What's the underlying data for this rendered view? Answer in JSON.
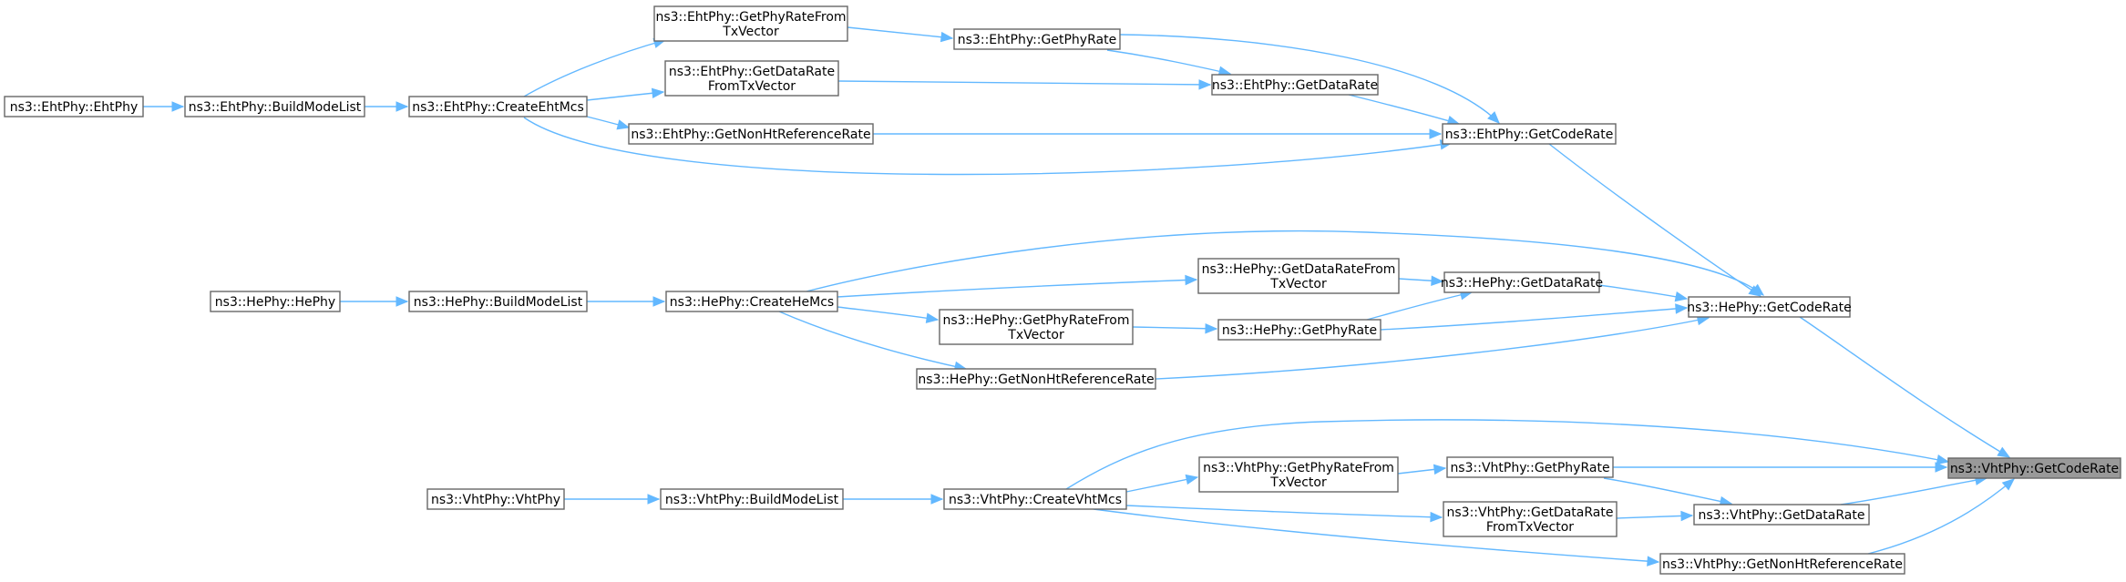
{
  "colors": {
    "edge": "#63b8ff",
    "node_border": "#666666",
    "node_fill": "#ffffff",
    "highlight_fill": "#999999"
  },
  "nodes": {
    "n_vht_codeRate": {
      "lines": [
        "ns3::VhtPhy::GetCodeRate"
      ]
    },
    "n_he_codeRate": {
      "lines": [
        "ns3::HePhy::GetCodeRate"
      ]
    },
    "n_eht_codeRate": {
      "lines": [
        "ns3::EhtPhy::GetCodeRate"
      ]
    },
    "n_eht_phyRate": {
      "lines": [
        "ns3::EhtPhy::GetPhyRate"
      ]
    },
    "n_eht_dataRate": {
      "lines": [
        "ns3::EhtPhy::GetDataRate"
      ]
    },
    "n_eht_phyRateFromTx": {
      "lines": [
        "ns3::EhtPhy::GetPhyRateFrom",
        "TxVector"
      ]
    },
    "n_eht_dataRateFromTx": {
      "lines": [
        "ns3::EhtPhy::GetDataRate",
        "FromTxVector"
      ]
    },
    "n_eht_nonHt": {
      "lines": [
        "ns3::EhtPhy::GetNonHtReferenceRate"
      ]
    },
    "n_eht_createMcs": {
      "lines": [
        "ns3::EhtPhy::CreateEhtMcs"
      ]
    },
    "n_eht_buildModeList": {
      "lines": [
        "ns3::EhtPhy::BuildModeList"
      ]
    },
    "n_eht_ctor": {
      "lines": [
        "ns3::EhtPhy::EhtPhy"
      ]
    },
    "n_he_dataRateFromTx": {
      "lines": [
        "ns3::HePhy::GetDataRateFrom",
        "TxVector"
      ]
    },
    "n_he_dataRate": {
      "lines": [
        "ns3::HePhy::GetDataRate"
      ]
    },
    "n_he_phyRateFromTx": {
      "lines": [
        "ns3::HePhy::GetPhyRateFrom",
        "TxVector"
      ]
    },
    "n_he_phyRate": {
      "lines": [
        "ns3::HePhy::GetPhyRate"
      ]
    },
    "n_he_nonHt": {
      "lines": [
        "ns3::HePhy::GetNonHtReferenceRate"
      ]
    },
    "n_he_createMcs": {
      "lines": [
        "ns3::HePhy::CreateHeMcs"
      ]
    },
    "n_he_buildModeList": {
      "lines": [
        "ns3::HePhy::BuildModeList"
      ]
    },
    "n_he_ctor": {
      "lines": [
        "ns3::HePhy::HePhy"
      ]
    },
    "n_vht_phyRateFromTx": {
      "lines": [
        "ns3::VhtPhy::GetPhyRateFrom",
        "TxVector"
      ]
    },
    "n_vht_phyRate": {
      "lines": [
        "ns3::VhtPhy::GetPhyRate"
      ]
    },
    "n_vht_dataRateFromTx": {
      "lines": [
        "ns3::VhtPhy::GetDataRate",
        "FromTxVector"
      ]
    },
    "n_vht_dataRate": {
      "lines": [
        "ns3::VhtPhy::GetDataRate"
      ]
    },
    "n_vht_nonHt": {
      "lines": [
        "ns3::VhtPhy::GetNonHtReferenceRate"
      ]
    },
    "n_vht_createMcs": {
      "lines": [
        "ns3::VhtPhy::CreateVhtMcs"
      ]
    },
    "n_vht_buildModeList": {
      "lines": [
        "ns3::VhtPhy::BuildModeList"
      ]
    },
    "n_vht_ctor": {
      "lines": [
        "ns3::VhtPhy::VhtPhy"
      ]
    }
  },
  "edges": [
    [
      "n_he_codeRate",
      "n_vht_codeRate"
    ],
    [
      "n_eht_codeRate",
      "n_he_codeRate"
    ],
    [
      "n_eht_phyRate",
      "n_eht_codeRate"
    ],
    [
      "n_eht_dataRate",
      "n_eht_codeRate"
    ],
    [
      "n_eht_nonHt",
      "n_eht_codeRate"
    ],
    [
      "n_eht_createMcs",
      "n_eht_codeRate"
    ],
    [
      "n_eht_phyRate",
      "n_eht_dataRate"
    ],
    [
      "n_eht_phyRateFromTx",
      "n_eht_phyRate"
    ],
    [
      "n_eht_dataRateFromTx",
      "n_eht_dataRate"
    ],
    [
      "n_eht_createMcs",
      "n_eht_phyRateFromTx"
    ],
    [
      "n_eht_createMcs",
      "n_eht_dataRateFromTx"
    ],
    [
      "n_eht_createMcs",
      "n_eht_nonHt"
    ],
    [
      "n_eht_buildModeList",
      "n_eht_createMcs"
    ],
    [
      "n_eht_ctor",
      "n_eht_buildModeList"
    ],
    [
      "n_he_createMcs",
      "n_he_codeRate"
    ],
    [
      "n_he_dataRate",
      "n_he_codeRate"
    ],
    [
      "n_he_phyRate",
      "n_he_codeRate"
    ],
    [
      "n_he_nonHt",
      "n_he_codeRate"
    ],
    [
      "n_he_dataRateFromTx",
      "n_he_dataRate"
    ],
    [
      "n_he_phyRate",
      "n_he_dataRate"
    ],
    [
      "n_he_phyRateFromTx",
      "n_he_phyRate"
    ],
    [
      "n_he_createMcs",
      "n_he_dataRateFromTx"
    ],
    [
      "n_he_createMcs",
      "n_he_phyRateFromTx"
    ],
    [
      "n_he_createMcs",
      "n_he_nonHt"
    ],
    [
      "n_he_buildModeList",
      "n_he_createMcs"
    ],
    [
      "n_he_ctor",
      "n_he_buildModeList"
    ],
    [
      "n_vht_createMcs",
      "n_vht_codeRate"
    ],
    [
      "n_vht_phyRate",
      "n_vht_codeRate"
    ],
    [
      "n_vht_dataRate",
      "n_vht_codeRate"
    ],
    [
      "n_vht_nonHt",
      "n_vht_codeRate"
    ],
    [
      "n_vht_phyRate",
      "n_vht_dataRate"
    ],
    [
      "n_vht_dataRateFromTx",
      "n_vht_dataRate"
    ],
    [
      "n_vht_phyRateFromTx",
      "n_vht_phyRate"
    ],
    [
      "n_vht_createMcs",
      "n_vht_phyRateFromTx"
    ],
    [
      "n_vht_createMcs",
      "n_vht_dataRateFromTx"
    ],
    [
      "n_vht_createMcs",
      "n_vht_nonHt"
    ],
    [
      "n_vht_buildModeList",
      "n_vht_createMcs"
    ],
    [
      "n_vht_ctor",
      "n_vht_buildModeList"
    ]
  ]
}
